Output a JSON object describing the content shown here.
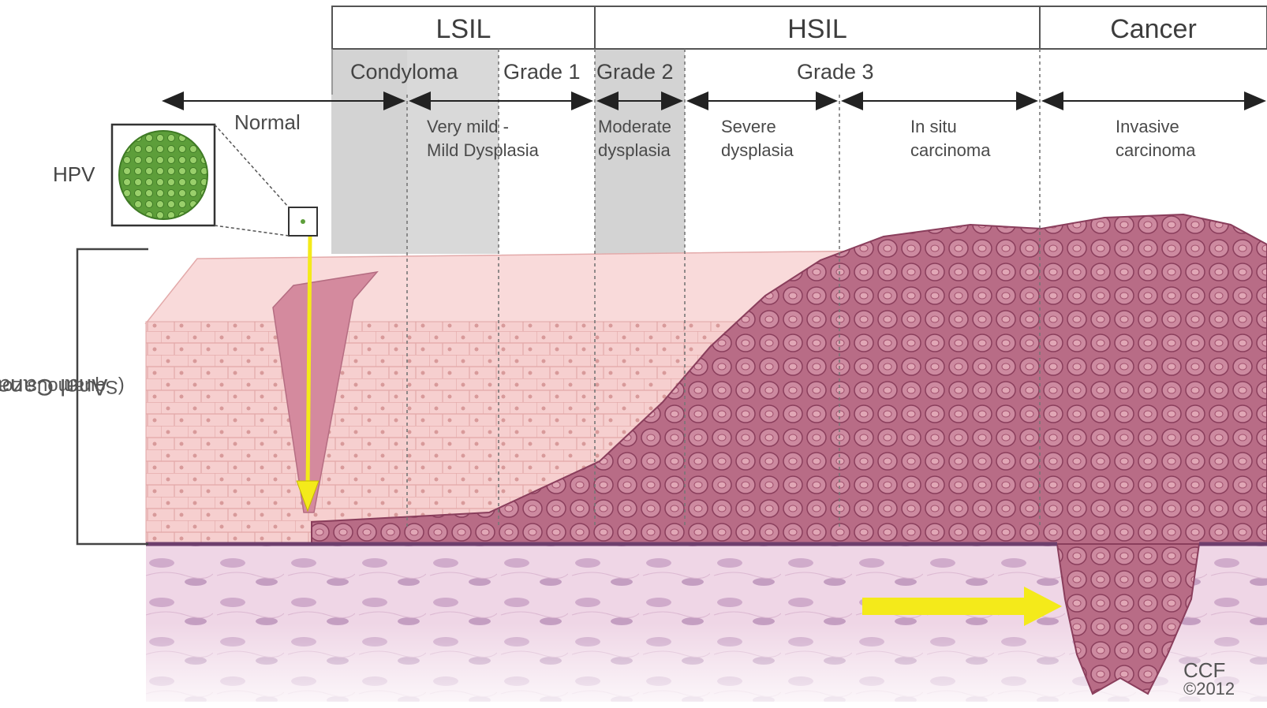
{
  "stages": [
    {
      "key": "lsil",
      "label": "LSIL"
    },
    {
      "key": "hsil",
      "label": "HSIL"
    },
    {
      "key": "cancer",
      "label": "Cancer"
    }
  ],
  "grades": {
    "condyloma": "Condyloma",
    "grade1": "Grade 1",
    "grade2": "Grade 2",
    "grade3": "Grade 3"
  },
  "descriptions": {
    "normal": "Normal",
    "mild": [
      "Very mild -",
      "Mild Dysplasia"
    ],
    "moderate": [
      "Moderate",
      "dysplasia"
    ],
    "severe": [
      "Severe",
      "dysplasia"
    ],
    "in_situ": [
      "In situ",
      "carcinoma"
    ],
    "invasive": [
      "Invasive",
      "carcinoma"
    ]
  },
  "hpv_label": "HPV",
  "side_label": {
    "title": "Anal Canal",
    "subtitle": "(Squamous zone)"
  },
  "credit": {
    "line1": "CCF",
    "line2": "©2012"
  },
  "colors": {
    "frame": "#555555",
    "highlight_band": "#cfcfcf",
    "normal_tissue": "#f3c2c2",
    "dysplastic_tissue": "#c97b93",
    "nucleus": "#a8556e",
    "basement": "#7a4a78",
    "stroma": "#ecd2e3",
    "hpv": "#6fb24a",
    "arrow": "#f4ea1a"
  }
}
